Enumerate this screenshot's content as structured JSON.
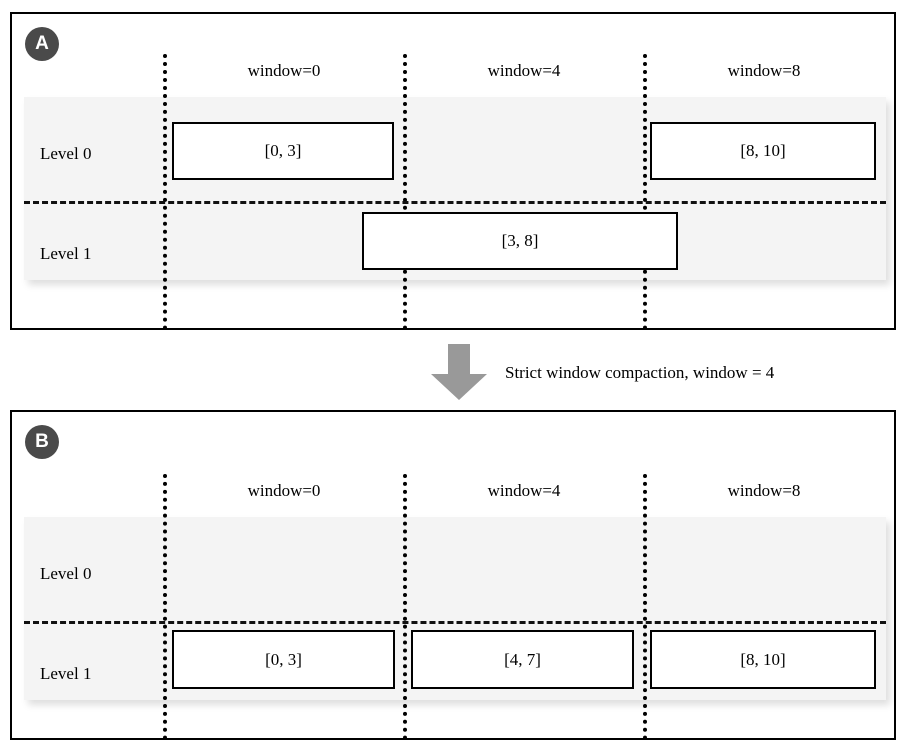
{
  "figure": {
    "type": "diagram",
    "subject": "LSM-tree strict window compaction illustration",
    "colors": {
      "band_fill": "#f4f4f4",
      "badge_fill": "#4a4a4a",
      "badge_text": "#ffffff",
      "arrow_fill": "#999999",
      "line": "#000000",
      "background": "#ffffff"
    }
  },
  "transition": {
    "caption": "Strict window compaction, window = 4",
    "arrow_icon": "down-arrow-icon",
    "arrow_direction": "down"
  },
  "panels": [
    {
      "id": "A",
      "badge": "A",
      "columns": [
        {
          "label": "window=0",
          "window": 0
        },
        {
          "label": "window=4",
          "window": 4
        },
        {
          "label": "window=8",
          "window": 8
        }
      ],
      "rows": [
        {
          "label": "Level 0",
          "level": 0
        },
        {
          "label": "Level 1",
          "level": 1
        }
      ],
      "boxes": [
        {
          "label": "[0, 3]",
          "start": 0,
          "end": 3,
          "level": 0,
          "window": 0
        },
        {
          "label": "[8, 10]",
          "start": 8,
          "end": 10,
          "level": 0,
          "window": 8
        },
        {
          "label": "[3, 8]",
          "start": 3,
          "end": 8,
          "level": 1,
          "window": 4
        }
      ]
    },
    {
      "id": "B",
      "badge": "B",
      "columns": [
        {
          "label": "window=0",
          "window": 0
        },
        {
          "label": "window=4",
          "window": 4
        },
        {
          "label": "window=8",
          "window": 8
        }
      ],
      "rows": [
        {
          "label": "Level 0",
          "level": 0
        },
        {
          "label": "Level 1",
          "level": 1
        }
      ],
      "boxes": [
        {
          "label": "[0, 3]",
          "start": 0,
          "end": 3,
          "level": 1,
          "window": 0
        },
        {
          "label": "[4, 7]",
          "start": 4,
          "end": 7,
          "level": 1,
          "window": 4
        },
        {
          "label": "[8, 10]",
          "start": 8,
          "end": 10,
          "level": 1,
          "window": 8
        }
      ]
    }
  ]
}
